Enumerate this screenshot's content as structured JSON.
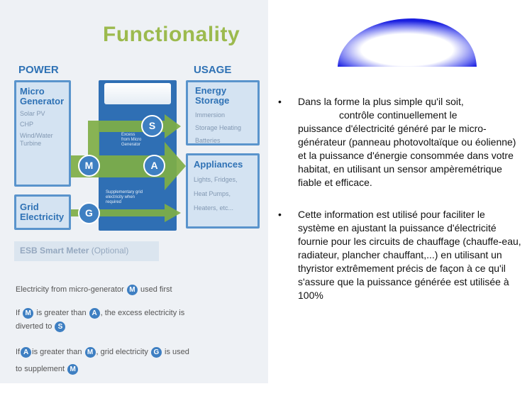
{
  "diagram": {
    "title": "Functionality",
    "power_header": "POWER",
    "usage_header": "USAGE",
    "micro_generator": {
      "title_line1": "Micro",
      "title_line2": "Generator",
      "items": [
        "Solar PV",
        "CHP",
        "Wind/Water",
        "Turbine"
      ]
    },
    "grid": {
      "title_line1": "Grid",
      "title_line2": "Electricity"
    },
    "controller": {
      "excess_text_line1": "Excess",
      "excess_text_line2": "from Micro",
      "excess_text_line3": "Generator",
      "supplementary_line1": "Supplementary grid",
      "supplementary_line2": "electricity when",
      "supplementary_line3": "required"
    },
    "energy_storage": {
      "title_line1": "Energy",
      "title_line2": "Storage",
      "items": [
        "Immersion",
        "Storage Heating",
        "Batteries"
      ]
    },
    "appliances": {
      "title": "Appliances",
      "items": [
        "Lights, Fridges,",
        "Heat Pumps,",
        "Heaters, etc..."
      ]
    },
    "circles": {
      "s": "S",
      "m": "M",
      "a": "A",
      "g": "G"
    },
    "smart_meter": {
      "label": "ESB Smart Meter",
      "optional": "(Optional)"
    },
    "legend": {
      "line1_pre": "Electricity from micro-generator",
      "line1_post": "used first",
      "line2_pre": "If",
      "line2_mid": "is greater than",
      "line2_post": ", the excess electricity is",
      "line2b": "diverted to",
      "line3_pre": "If",
      "line3_mid": "is greater than",
      "line3_mid2": ", grid electricity",
      "line3_post": "is used",
      "line3b": "to supplement"
    }
  },
  "text": {
    "bullet_symbol": "•",
    "bullet1_line1": "Dans la forme la plus simple qu'il soit,",
    "bullet1_line2": "contrôle continuellement le",
    "bullet1_rest": "puissance d'électricité généré par le micro-générateur (panneau photovoltaïque ou éolienne) et la puissance d'énergie consommée dans votre habitat, en utilisant un sensor ampèremétrique fiable et efficace.",
    "bullet2": "Cette information est utilisé pour faciliter le système en ajustant la puissance d'électricité fournie pour les circuits de chauffage (chauffe-eau, radiateur, plancher chauffant,...) en utilisant un thyristor extrêmement précis de façon à ce qu'il s'assure que la puissance générée est utilisée à 100%"
  },
  "colors": {
    "accent_green": "#9cba4e",
    "primary_blue": "#2f72b5",
    "arrow_green": "#7fae45"
  }
}
